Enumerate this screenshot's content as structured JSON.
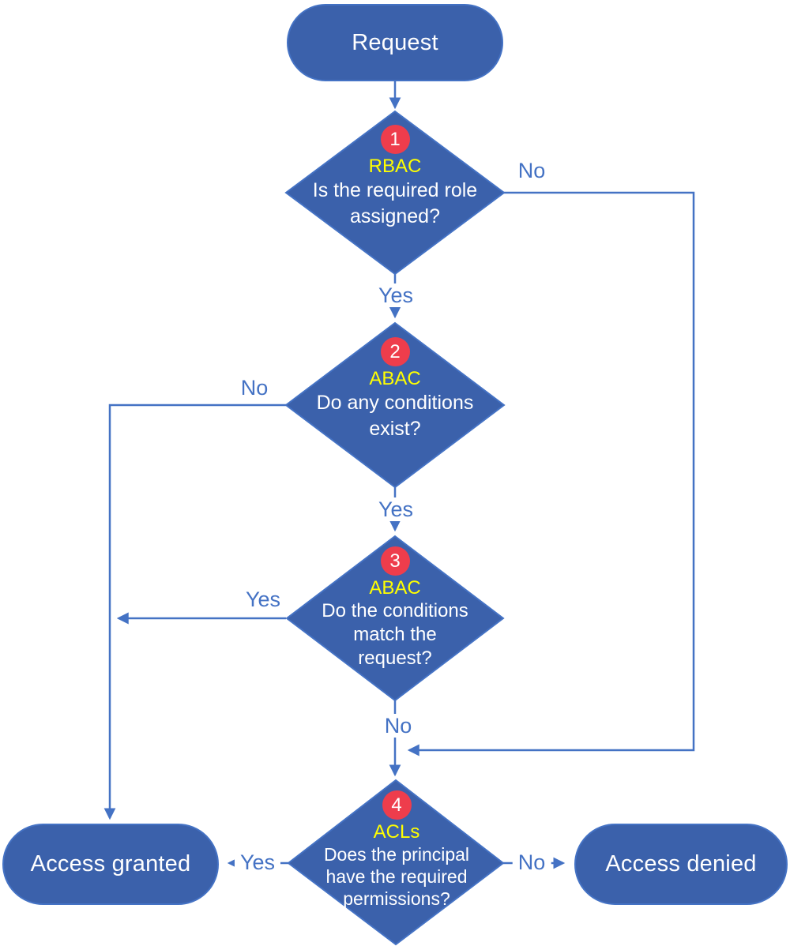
{
  "flowchart": {
    "title_hint": "access-decision-flowchart",
    "start": {
      "label": "Request"
    },
    "decisions": [
      {
        "number": "1",
        "tag": "RBAC",
        "lines": [
          "Is the required role",
          "assigned?"
        ]
      },
      {
        "number": "2",
        "tag": "ABAC",
        "lines": [
          "Do any conditions",
          "exist?"
        ]
      },
      {
        "number": "3",
        "tag": "ABAC",
        "lines": [
          "Do the conditions",
          "match the",
          "request?"
        ]
      },
      {
        "number": "4",
        "tag": "ACLs",
        "lines": [
          "Does the principal",
          "have the required",
          "permissions?"
        ]
      }
    ],
    "outcomes": {
      "granted": "Access granted",
      "denied": "Access denied"
    },
    "edge_labels": {
      "d1_no": "No",
      "d1_yes": "Yes",
      "d2_no": "No",
      "d2_yes": "Yes",
      "d3_yes": "Yes",
      "d3_no": "No",
      "d4_yes": "Yes",
      "d4_no": "No"
    },
    "colors": {
      "shape_fill": "#3b61ab",
      "shape_stroke": "#4472c4",
      "connector": "#4472c4",
      "badge_fill": "#ee3d4c",
      "badge_text": "#ffffff",
      "tag_text": "#ffff00",
      "shape_text": "#ffffff",
      "edge_label_text": "#4472c4",
      "background": "#ffffff"
    }
  }
}
